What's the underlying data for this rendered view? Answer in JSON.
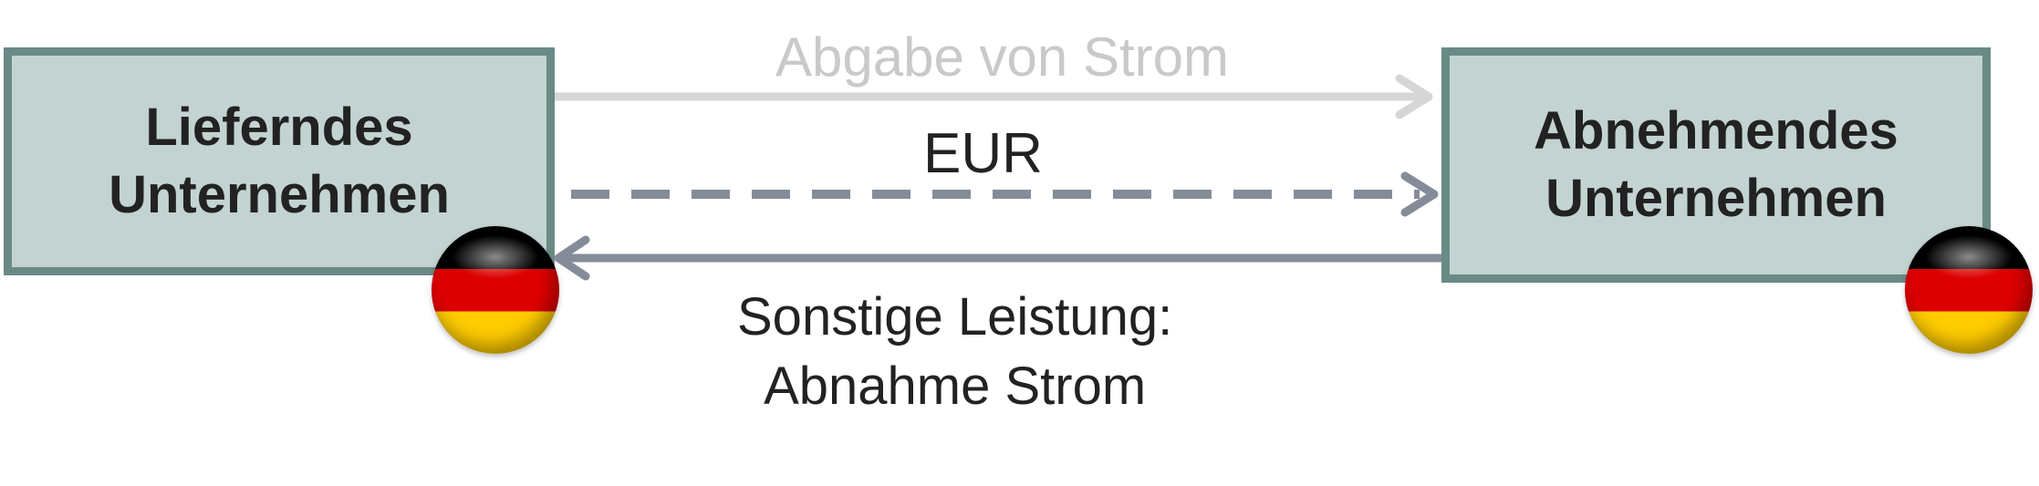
{
  "left_entity": {
    "line1": "Lieferndes",
    "line2": "Unternehmen",
    "flag_icon": "germany-flag-icon"
  },
  "right_entity": {
    "line1": "Abnehmendes",
    "line2": "Unternehmen",
    "flag_icon": "germany-flag-icon"
  },
  "flows": {
    "supply_label": "Abgabe von Strom",
    "payment_label": "EUR",
    "return_label_line1": "Sonstige Leistung:",
    "return_label_line2": "Abnahme Strom"
  },
  "colors": {
    "box_fill": "#c3d3d1",
    "box_border": "#6a8a86",
    "supply_arrow": "#d6d6d6",
    "payment_arrow": "#858c99",
    "return_arrow": "#858c99"
  }
}
